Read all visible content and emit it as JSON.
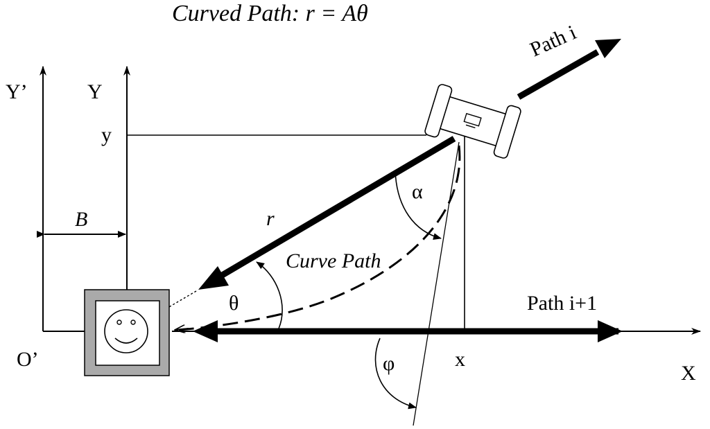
{
  "diagram": {
    "title_prefix": "Curved Path: ",
    "title_formula": "r = Aθ",
    "labels": {
      "y_prime": "Y’",
      "y_axis": "Y",
      "y_value": "y",
      "b_distance": "B",
      "r_radius": "r",
      "curve_path": "Curve Path",
      "theta": "θ",
      "alpha": "α",
      "phi": "φ",
      "path_i": "Path i",
      "path_i_plus_1": "Path i+1",
      "x_value": "x",
      "x_axis": "X",
      "origin_prime": "O’"
    },
    "colors": {
      "stroke": "#000000",
      "robot_body": "#ffffff",
      "base_frame": "#aaaaaa",
      "base_inner": "#ffffff"
    },
    "icons": {
      "robot": "robot-vehicle-icon",
      "base": "smiley-base-station-icon"
    }
  }
}
